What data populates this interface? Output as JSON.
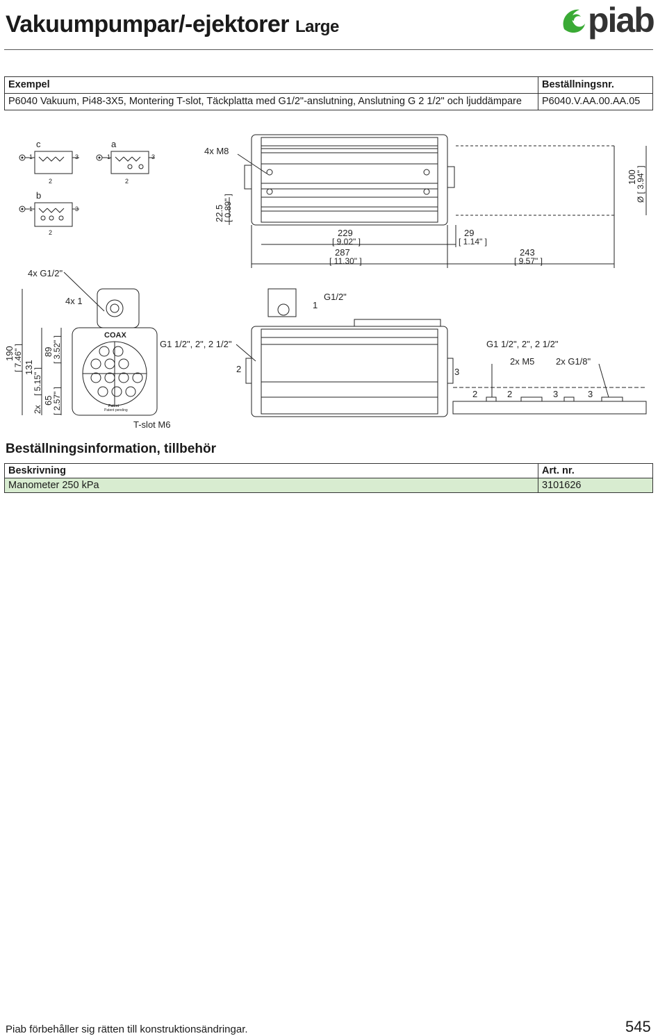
{
  "header": {
    "title": "Vakuumpumpar/-ejektorer",
    "subtitle": "Large",
    "brand": "piab"
  },
  "example_table": {
    "col1_header": "Exempel",
    "col2_header": "Beställningsnr.",
    "description": "P6040 Vakuum, Pi48-3X5, Montering T-slot, Täckplatta med G1/2\"-anslutning, Anslutning G 2 1/2\" och ljuddämpare",
    "order_number": "P6040.V.AA.00.AA.05"
  },
  "drawing_labels": {
    "c": "c",
    "a": "a",
    "b": "b",
    "n1": "1",
    "n2": "2",
    "n3": "3",
    "m8": "4x M8",
    "d22": "22.5",
    "d22in": "[ 0.89\" ]",
    "d229": "229",
    "d229in": "[ 9.02\" ]",
    "d287": "287",
    "d287in": "[ 11.30\" ]",
    "d29": "29",
    "d29in": "[ 1.14\" ]",
    "d243": "243",
    "d243in": "[ 9.57\" ]",
    "d100": "100",
    "d100in": "Ø [ 3.94\" ]",
    "g12x4": "4x G1/2\"",
    "one4x": "4x 1",
    "g12": "G1/2\"",
    "d190": "190",
    "d190in": "[ 7.46\" ]",
    "d131": "131",
    "d131in": "[ 5.15\" ]",
    "d89": "89",
    "d89in": "[ 3.52\" ]",
    "d65": "65",
    "d65in": "[ 2.57\" ]",
    "twox": "2x",
    "coax": "COAX",
    "patent": "Patent",
    "pending": "Patent pending",
    "tslot": "T-slot M6",
    "g1a": "G1 1/2\", 2\", 2 1/2\"",
    "g1b": "G1 1/2\", 2\", 2 1/2\"",
    "m5": "2x M5",
    "g18": "2x G1/8\""
  },
  "accessories": {
    "section_title": "Beställningsinformation, tillbehör",
    "col1_header": "Beskrivning",
    "col2_header": "Art. nr.",
    "rows": [
      {
        "description": "Manometer 250 kPa",
        "art_nr": "3101626"
      }
    ]
  },
  "footer": {
    "note": "Piab förbehåller sig rätten till konstruktionsändringar.",
    "page": "545"
  },
  "colors": {
    "brand_green": "#3aaa35",
    "brand_dark": "#333333",
    "table_highlight": "#d8ecd0",
    "line": "#222222"
  }
}
